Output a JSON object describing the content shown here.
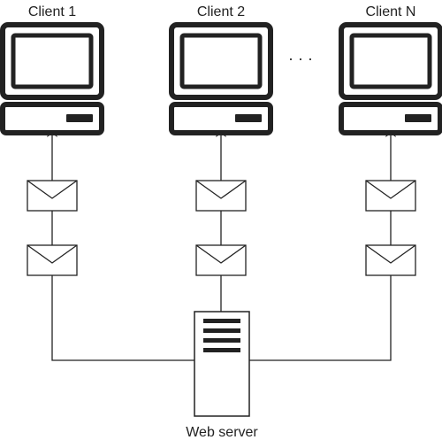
{
  "diagram": {
    "clients": [
      {
        "label": "Client 1"
      },
      {
        "label": "Client 2"
      },
      {
        "label": "Client N"
      }
    ],
    "ellipsis": "· · ·",
    "server": {
      "label": "Web server"
    },
    "colors": {
      "stroke": "#222222",
      "fill": "#ffffff"
    },
    "icons": {
      "client": "desktop-computer-icon",
      "message": "envelope-icon",
      "server": "server-tower-icon"
    }
  }
}
